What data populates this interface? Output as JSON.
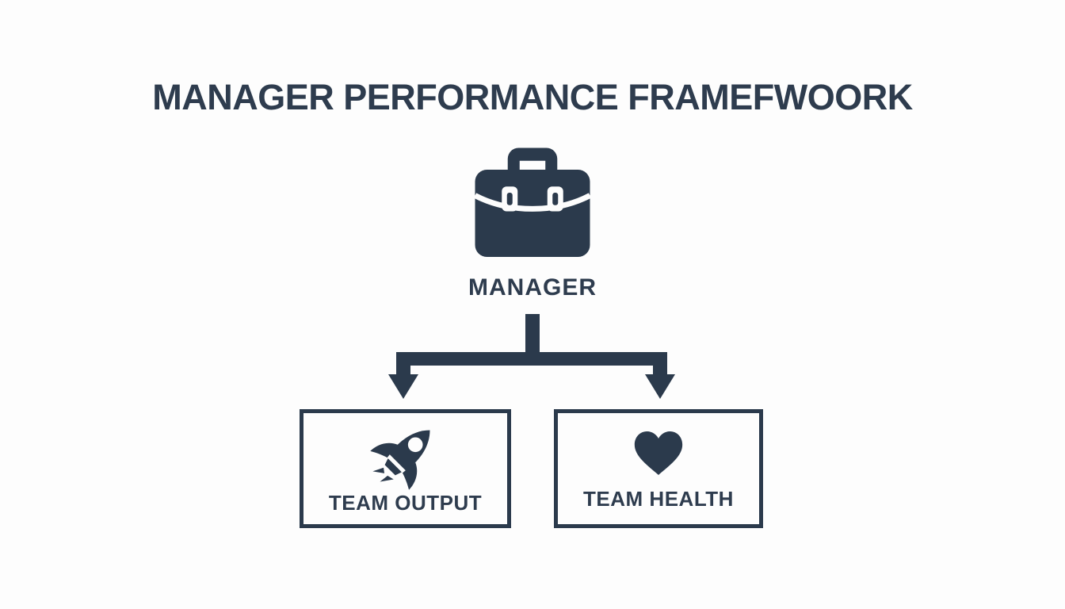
{
  "title": "MANAGER PERFORMANCE FRAMEFWOORK",
  "colors": {
    "ink": "#2b3a4c",
    "text": "#2e3c4e",
    "background": "#fdfdfd"
  },
  "diagram": {
    "root": {
      "label": "MANAGER",
      "icon": "briefcase-icon"
    },
    "children": [
      {
        "label": "TEAM OUTPUT",
        "icon": "rocket-icon"
      },
      {
        "label": "TEAM HEALTH",
        "icon": "heart-icon"
      }
    ]
  }
}
